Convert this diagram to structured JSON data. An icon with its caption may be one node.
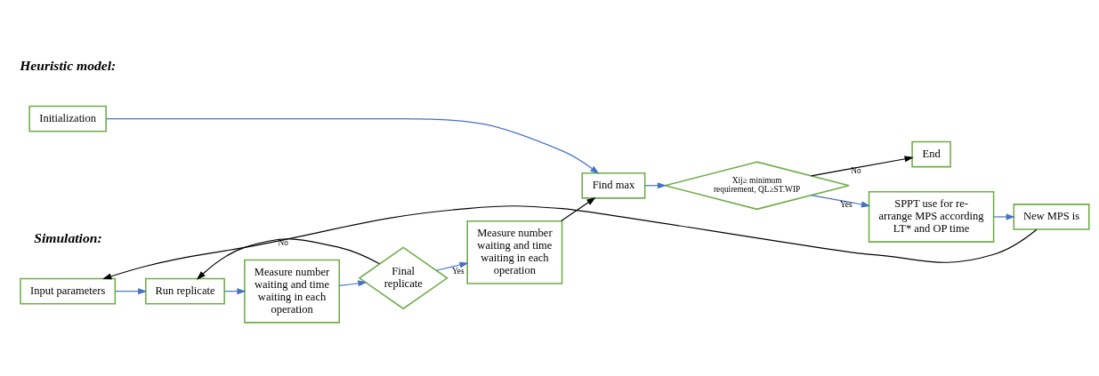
{
  "diagram": {
    "nodes": [
      {
        "text": [
          "Input parameters"
        ]
      },
      {
        "text": [
          "Run replicate"
        ]
      },
      {
        "text": [
          "Measure number waiting and time waiting in each operation"
        ]
      },
      {
        "text": [
          "Final replicate"
        ]
      },
      {
        "text": [
          "Measure number waiting and time waiting in each operation"
        ]
      },
      {
        "text": [
          "Initialization"
        ]
      },
      {
        "text": [
          "Find max"
        ]
      },
      {
        "text": [
          "Xij≥ minimum requirement, QL≥ST.WIP"
        ]
      },
      {
        "text": [
          "SPPT use for re-arrange MPS according LT* and OP time"
        ]
      },
      {
        "text": [
          "New MPS is"
        ]
      },
      {
        "text": [
          "End"
        ]
      }
    ],
    "edges": [
      {
        "from": 0,
        "to": 1,
        "arrow": "to"
      },
      {
        "from": 1,
        "to": 2,
        "arrow": "to"
      },
      {
        "from": 2,
        "to": 3,
        "arrow": "to"
      },
      {
        "from": 3,
        "to": 1,
        "arrow": "to",
        "label": "No",
        "color": "#000000"
      },
      {
        "from": 3,
        "to": 4,
        "arrow": "to",
        "label": "Yes"
      },
      {
        "from": 4,
        "to": 6,
        "arrow": "to",
        "color": "#000000"
      },
      {
        "from": 5,
        "to": 6,
        "arrow": "to"
      },
      {
        "from": 6,
        "to": 7,
        "arrow": "to"
      },
      {
        "from": 7,
        "to": 8,
        "arrow": "to",
        "label": "Yes"
      },
      {
        "from": 8,
        "to": 9,
        "arrow": "to"
      },
      {
        "from": 7,
        "to": 10,
        "arrow": "to",
        "label": "No",
        "color": "#000000"
      },
      {
        "from": 9,
        "to": 0,
        "arrow": "to",
        "color": "#000000"
      }
    ],
    "labels": [
      "Simulation:",
      "Heuristic model:"
    ]
  }
}
